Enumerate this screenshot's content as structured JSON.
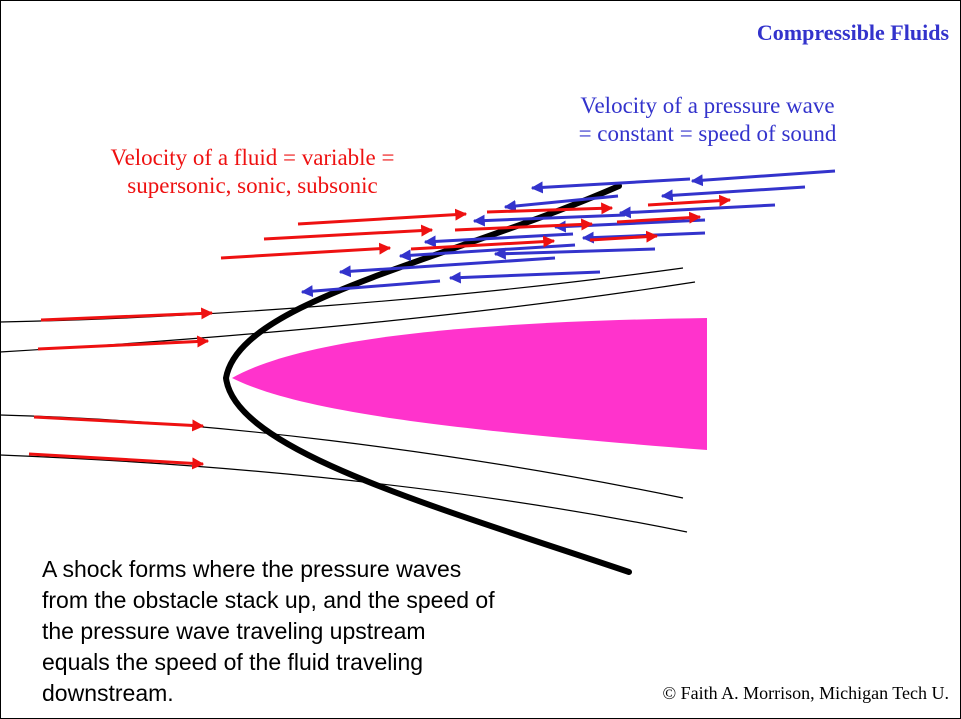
{
  "header": {
    "title": "Compressible Fluids"
  },
  "labels": {
    "pressure_wave": [
      "Velocity of a pressure wave",
      "= constant = speed of sound"
    ],
    "fluid_velocity": [
      "Velocity of a fluid = variable =",
      "supersonic, sonic, subsonic"
    ]
  },
  "caption": {
    "lines": [
      "A shock forms where the pressure waves",
      "from the obstacle stack up, and the speed of",
      "the pressure wave traveling upstream",
      "equals the speed of the fluid traveling",
      "downstream."
    ]
  },
  "footer": {
    "copyright": "© Faith A. Morrison, Michigan Tech U."
  },
  "colors": {
    "fluid_arrow": "#ee1111",
    "wave_arrow": "#3333cc",
    "obstacle": "#ff33cc",
    "shock": "#000000",
    "title": "#3333cc"
  }
}
